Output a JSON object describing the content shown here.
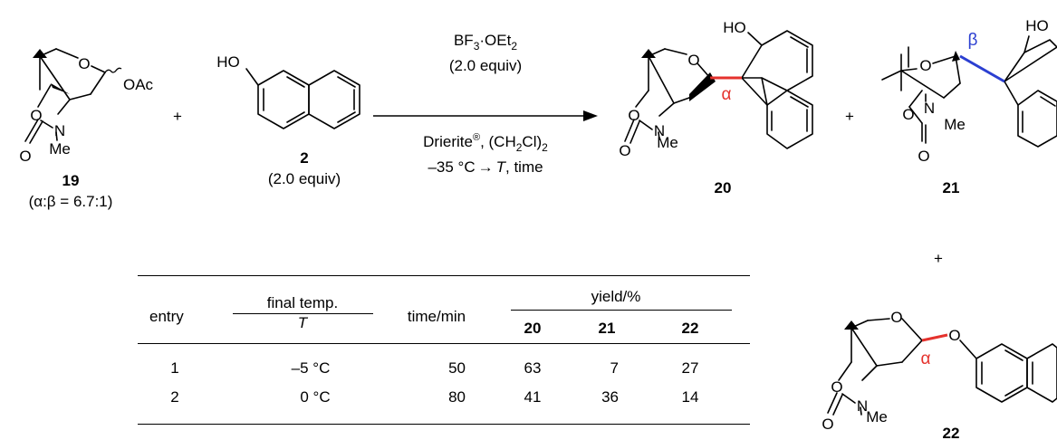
{
  "colors": {
    "alpha_bond": "#e5322d",
    "beta_bond": "#2b3fd1",
    "ink": "#000000"
  },
  "reactant_19": {
    "label": "19",
    "ratio": "(α:β = 6.7:1)",
    "atoms": {
      "ring_o": "O",
      "oac": "OAc",
      "carb_o": "O",
      "carb_c_o": "O",
      "n": "N",
      "me": "Me"
    }
  },
  "plus_1": "+",
  "reactant_2": {
    "label": "2",
    "equiv": "(2.0 equiv)",
    "oh": "HO"
  },
  "conditions": {
    "reagent_main": "BF",
    "reagent_sub3": "3",
    "reagent_rest": "·OEt",
    "reagent_sub2": "2",
    "reagent_equiv": "(2.0 equiv)",
    "solvent_a": "Drierite",
    "solvent_reg": "®",
    "solvent_b": ", (CH",
    "solvent_sub2a": "2",
    "solvent_c": "Cl)",
    "solvent_sub2b": "2",
    "temp_a": "–35 °C",
    "temp_arrow": "→",
    "temp_T": "T",
    "temp_b": ", time"
  },
  "product_20": {
    "label": "20",
    "oh": "HO",
    "ring_o": "O",
    "carb_o": "O",
    "carb_c_o": "O",
    "n": "N",
    "me": "Me",
    "stereo": "α"
  },
  "plus_2": "+",
  "product_21": {
    "label": "21",
    "oh": "HO",
    "ring_o": "O",
    "carb_o": "O",
    "carb_c_o": "O",
    "n": "N",
    "me": "Me",
    "stereo": "β"
  },
  "plus_3": "+",
  "product_22": {
    "label": "22",
    "o_link": "O",
    "ring_o": "O",
    "carb_o": "O",
    "carb_c_o": "O",
    "n": "N",
    "me": "Me",
    "stereo": "α"
  },
  "table": {
    "header": {
      "entry": "entry",
      "final_temp": "final temp.",
      "T": "T",
      "time": "time/min",
      "yield": "yield/%",
      "c20": "20",
      "c21": "21",
      "c22": "22"
    },
    "rows": [
      {
        "entry": "1",
        "temp": "–5 °C",
        "time": "50",
        "y20": "63",
        "y21": "7",
        "y22": "27"
      },
      {
        "entry": "2",
        "temp": "0 °C",
        "time": "80",
        "y20": "41",
        "y21": "36",
        "y22": "14"
      }
    ]
  }
}
